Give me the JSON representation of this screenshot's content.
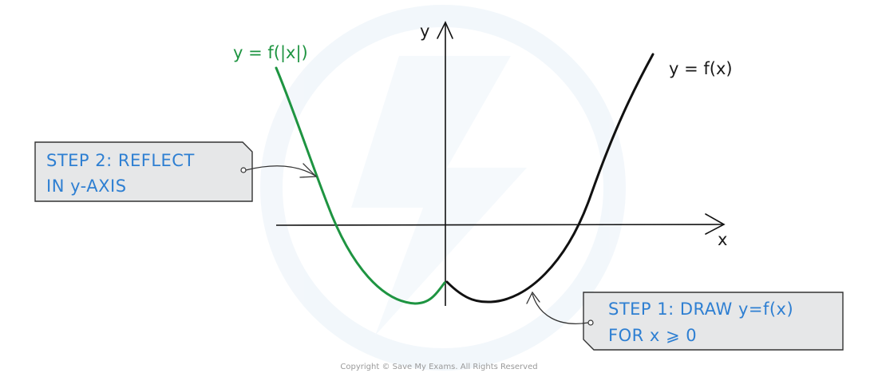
{
  "labels": {
    "y_axis": "y",
    "x_axis": "x",
    "curve_black": "y = f(x)",
    "curve_green": "y = f(|x|)"
  },
  "step2": {
    "line1": "STEP 2: REFLECT",
    "line2": "IN y-AXIS"
  },
  "step1": {
    "line1": "STEP 1: DRAW y=f(x)",
    "line2": "FOR x ⩾ 0"
  },
  "copyright": "Copyright © Save My Exams. All Rights Reserved",
  "colors": {
    "black_curve": "#111111",
    "green_curve": "#1e9441",
    "step_text": "#2e7fd2",
    "box_fill": "#e6e7e8",
    "box_border": "#333333",
    "watermark": "#e9f1f8"
  }
}
